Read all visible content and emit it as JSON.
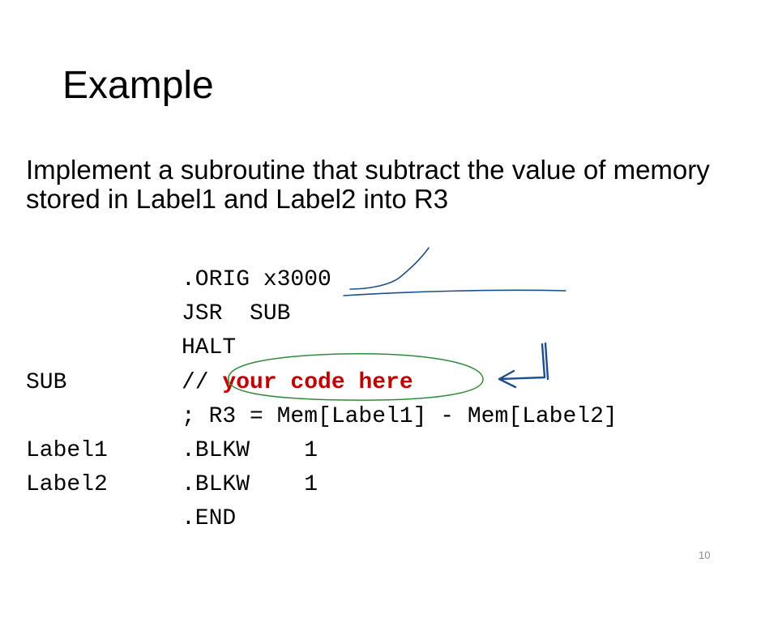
{
  "slide": {
    "title": "Example",
    "task": "Implement a subroutine that subtract the value of memory stored in Label1 and Label2 into R3",
    "page_number": "10"
  },
  "code": {
    "line1": {
      "label": "",
      "text": ".ORIG x3000"
    },
    "line2": {
      "label": "",
      "text": "JSR  SUB"
    },
    "line3": {
      "label": "",
      "text": "HALT"
    },
    "line4": {
      "label": "SUB",
      "text_prefix": "// ",
      "placeholder": "your code here"
    },
    "line5": {
      "label": "",
      "text": "; R3 = Mem[Label1] - Mem[Label2]"
    },
    "line6": {
      "label": "Label1",
      "text": ".BLKW    1"
    },
    "line7": {
      "label": "Label2",
      "text": ".BLKW    1"
    },
    "line8": {
      "label": "",
      "text": ".END"
    }
  },
  "colors": {
    "placeholder_text": "#c00000",
    "ink_blue": "#1f4e8a",
    "ink_green": "#2e8b3a",
    "page_number": "#8c8c8c"
  },
  "annotations": {
    "ink": [
      "check-mark",
      "underline",
      "circle",
      "arrow"
    ]
  }
}
